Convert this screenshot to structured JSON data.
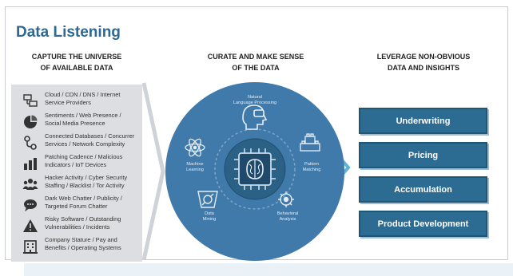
{
  "title": "Data Listening",
  "columns": {
    "capture": "CAPTURE THE UNIVERSE\nOF AVAILABLE DATA",
    "curate": "CURATE AND MAKE SENSE\nOF THE DATA",
    "leverage": "LEVERAGE NON-OBVIOUS\nDATA AND INSIGHTS"
  },
  "data_sources": [
    {
      "icon": "network-icon",
      "label": "Cloud / CDN / DNS / Internet\nService Providers"
    },
    {
      "icon": "pie-chart-icon",
      "label": "Sentiments / Web Presence /\nSocial Media Presence"
    },
    {
      "icon": "connection-icon",
      "label": "Connected Databases / Concurrer\nServices / Network Complexity"
    },
    {
      "icon": "building-chart-icon",
      "label": "Patching Cadence / Malicious\nIndicators / IoT Devices"
    },
    {
      "icon": "people-icon",
      "label": "Hacker Activity / Cyber Security\nStaffing / Blacklist / Tor Activity"
    },
    {
      "icon": "speech-bubble-icon",
      "label": "Dark Web Chatter / Publicity /\nTargeted Forum Chatter"
    },
    {
      "icon": "warning-icon",
      "label": "Risky Software / Outstanding\nVulnerabilities / Incidents"
    },
    {
      "icon": "office-building-icon",
      "label": "Company Stature / Pay and\nBenefits / Operating Systems"
    }
  ],
  "ai_nodes": {
    "nlp": "Natural\nLanguage Processing",
    "ml": "Machine\nLearning",
    "pattern": "Pattern\nMatching",
    "mining": "Data\nMining",
    "behavioral": "Behavioral\nAnalysis"
  },
  "insights": [
    "Underwriting",
    "Pricing",
    "Accumulation",
    "Product Development"
  ],
  "colors": {
    "title": "#2f6891",
    "circle": "#3f7aaa",
    "button": "#2c6c92",
    "chevron": "#5fb3d6"
  }
}
